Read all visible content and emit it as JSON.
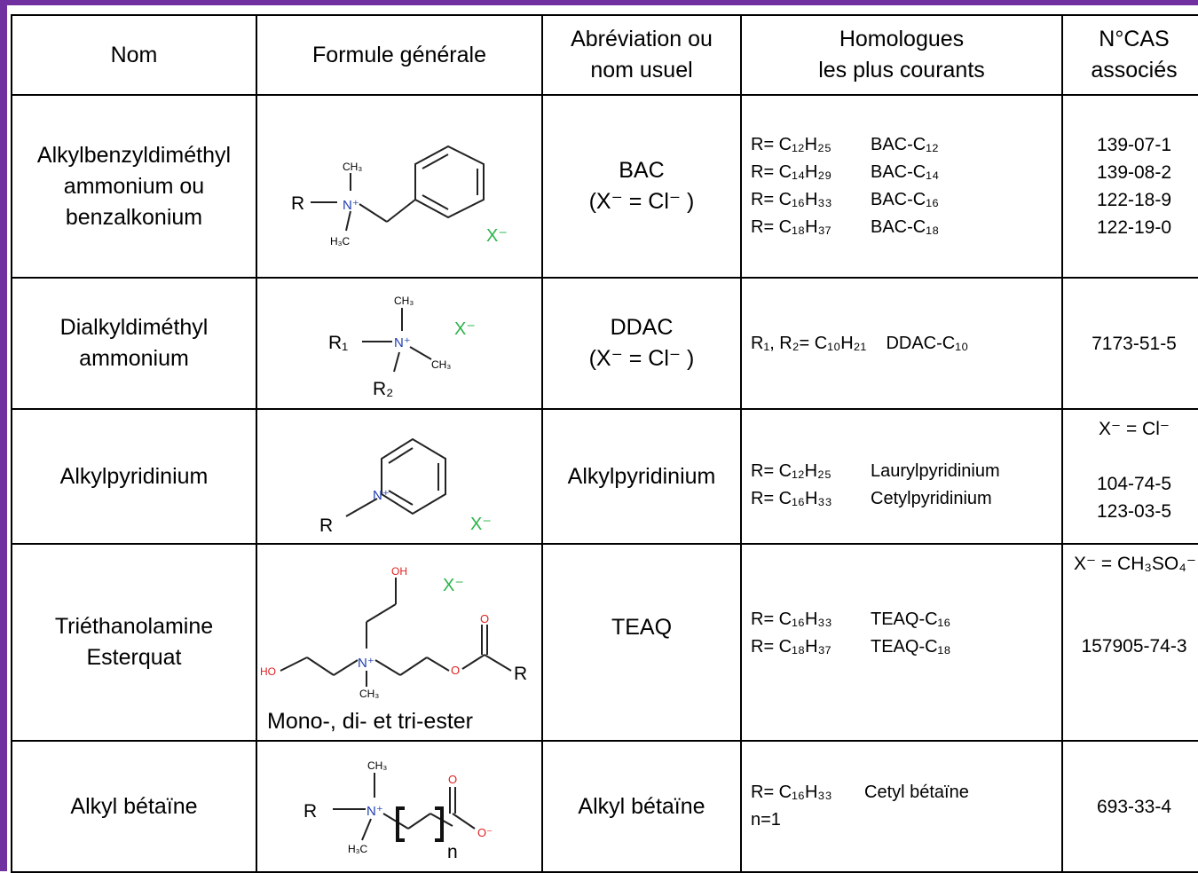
{
  "headers": {
    "nom": "Nom",
    "formule": "Formule générale",
    "abrev_l1": "Abréviation ou",
    "abrev_l2": "nom usuel",
    "homologues_l1": "Homologues",
    "homologues_l2": "les plus courants",
    "cas_l1": "N°CAS",
    "cas_l2": "associés"
  },
  "rows": [
    {
      "nom_lines": [
        "Alkylbenzyldiméthyl",
        "ammonium ou",
        "benzalkonium"
      ],
      "abrev_l1": "BAC",
      "abrev_l2": "(X⁻ = Cl⁻ )",
      "homologues": [
        [
          "R= C₁₂H₂₅",
          "BAC-C₁₂"
        ],
        [
          "R= C₁₄H₂₉",
          "BAC-C₁₄"
        ],
        [
          "R= C₁₆H₃₃",
          "BAC-C₁₆"
        ],
        [
          "R= C₁₈H₃₇",
          "BAC-C₁₈"
        ]
      ],
      "cas": [
        "139-07-1",
        "139-08-2",
        "122-18-9",
        "122-19-0"
      ]
    },
    {
      "nom_lines": [
        "Dialkyldiméthyl",
        "ammonium"
      ],
      "abrev_l1": "DDAC",
      "abrev_l2": "(X⁻ = Cl⁻ )",
      "homologues": [
        [
          "R₁, R₂= C₁₀H₂₁",
          "DDAC-C₁₀"
        ]
      ],
      "cas": [
        "7173-51-5"
      ]
    },
    {
      "nom_lines": [
        "Alkylpyridinium"
      ],
      "abrev_l1": "Alkylpyridinium",
      "homologues": [
        [
          "R= C₁₂H₂₅",
          "Laurylpyridinium"
        ],
        [
          "R= C₁₆H₃₃",
          "Cetylpyridinium"
        ]
      ],
      "cas_anion": "X⁻ = Cl⁻",
      "cas": [
        "104-74-5",
        "123-03-5"
      ]
    },
    {
      "nom_lines": [
        "Triéthanolamine",
        "Esterquat"
      ],
      "abrev_l1": "TEAQ",
      "homologues": [
        [
          "R= C₁₆H₃₃",
          "TEAQ-C₁₆"
        ],
        [
          "R= C₁₈H₃₇",
          "TEAQ-C₁₈"
        ]
      ],
      "formule_caption": "Mono-, di- et tri-ester",
      "cas_anion": "X⁻ = CH₃SO₄⁻",
      "cas": [
        "157905-74-3"
      ]
    },
    {
      "nom_lines": [
        "Alkyl bétaïne"
      ],
      "abrev_l1": "Alkyl bétaïne",
      "homologues": [
        [
          "R= C₁₆H₃₃",
          "Cetyl bétaïne"
        ],
        [
          "n=1",
          ""
        ]
      ],
      "cas": [
        "693-33-4"
      ]
    }
  ],
  "molecule_labels": {
    "R": "R",
    "R1": "R₁",
    "R2": "R₂",
    "CH3": "CH₃",
    "H3C": "H₃C",
    "N_plus": "N⁺",
    "X_minus": "X⁻",
    "OH": "OH",
    "HO": "HO",
    "O": "O",
    "O_minus": "O⁻",
    "n": "n"
  },
  "colors": {
    "frame": "#7030a0",
    "anion": "#2bb44a",
    "oxygen": "#e02020",
    "nitrogen": "#1f3fb0"
  }
}
